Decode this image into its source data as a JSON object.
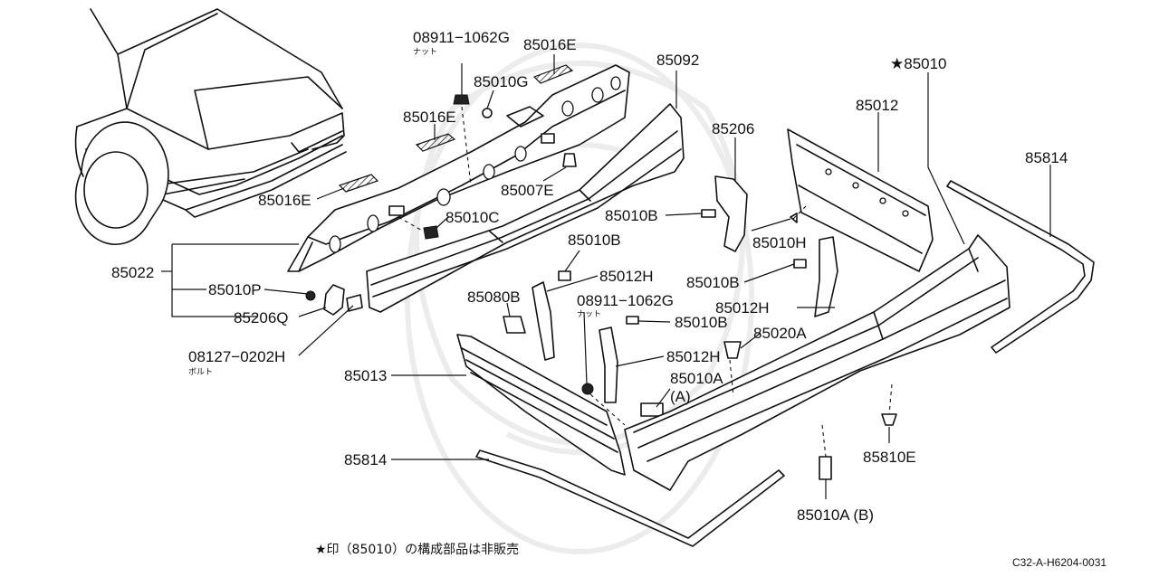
{
  "labels": {
    "l_08911_1062G_top": "08911−1062G",
    "l_nut_top": "ナット",
    "l_85016E_top": "85016E",
    "l_85010G": "85010G",
    "l_85016E_mid": "85016E",
    "l_85092": "85092",
    "l_85010_star": "★85010",
    "l_85012": "85012",
    "l_85206": "85206",
    "l_85814_right": "85814",
    "l_85016E_left": "85016E",
    "l_85007E": "85007E",
    "l_85010B_a": "85010B",
    "l_85010C": "85010C",
    "l_85010H": "85010H",
    "l_85010B_b": "85010B",
    "l_85022": "85022",
    "l_85010B_c": "85010B",
    "l_85012H_a": "85012H",
    "l_85010P": "85010P",
    "l_85080B": "85080B",
    "l_08911_1062G_mid": "08911−1062G",
    "l_nut_mid": "ナット",
    "l_85012H_b": "85012H",
    "l_85206Q": "85206Q",
    "l_85010B_d": "85010B",
    "l_85020A": "85020A",
    "l_08127_0202H": "08127−0202H",
    "l_bolt": "ボルト",
    "l_85012H_c": "85012H",
    "l_85013": "85013",
    "l_85010A": "85010A",
    "l_A": "(A)",
    "l_85810E": "85810E",
    "l_85814_left": "85814",
    "l_85010A_B": "85010A (B)",
    "footnote": "★印（85010）の構成部品は非販売",
    "diagram_code": "C32-A-H6204-0031"
  },
  "colors": {
    "ink": "#111111",
    "background": "#ffffff",
    "watermark": "#ececec"
  }
}
